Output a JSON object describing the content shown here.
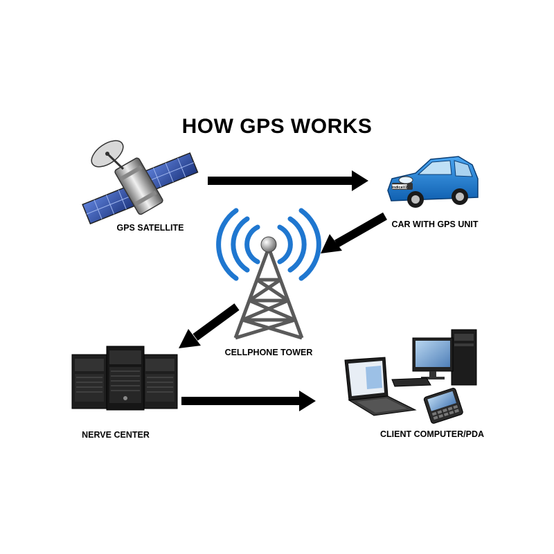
{
  "title": "HOW GPS WORKS",
  "nodes": {
    "satellite": {
      "label": "GPS SATELLITE",
      "icon": "satellite-icon"
    },
    "car": {
      "label": "CAR WITH GPS UNIT",
      "icon": "car-icon",
      "badge": "indicaV2"
    },
    "tower": {
      "label": "CELLPHONE TOWER",
      "icon": "cell-tower-icon"
    },
    "nerve": {
      "label": "NERVE CENTER",
      "icon": "server-icon"
    },
    "client": {
      "label": "CLIENT COMPUTER/PDA",
      "icon": "computer-icon"
    }
  },
  "edges": [
    {
      "from": "satellite",
      "to": "car"
    },
    {
      "from": "car",
      "to": "tower"
    },
    {
      "from": "tower",
      "to": "nerve"
    },
    {
      "from": "nerve",
      "to": "client"
    }
  ],
  "colors": {
    "arrow": "#000000",
    "signal": "#1f77d0",
    "car_body": "#1e7fd6",
    "tower": "#5a5a5a",
    "solar_panel": "#2a4aa0",
    "server": "#1b1b1b"
  }
}
